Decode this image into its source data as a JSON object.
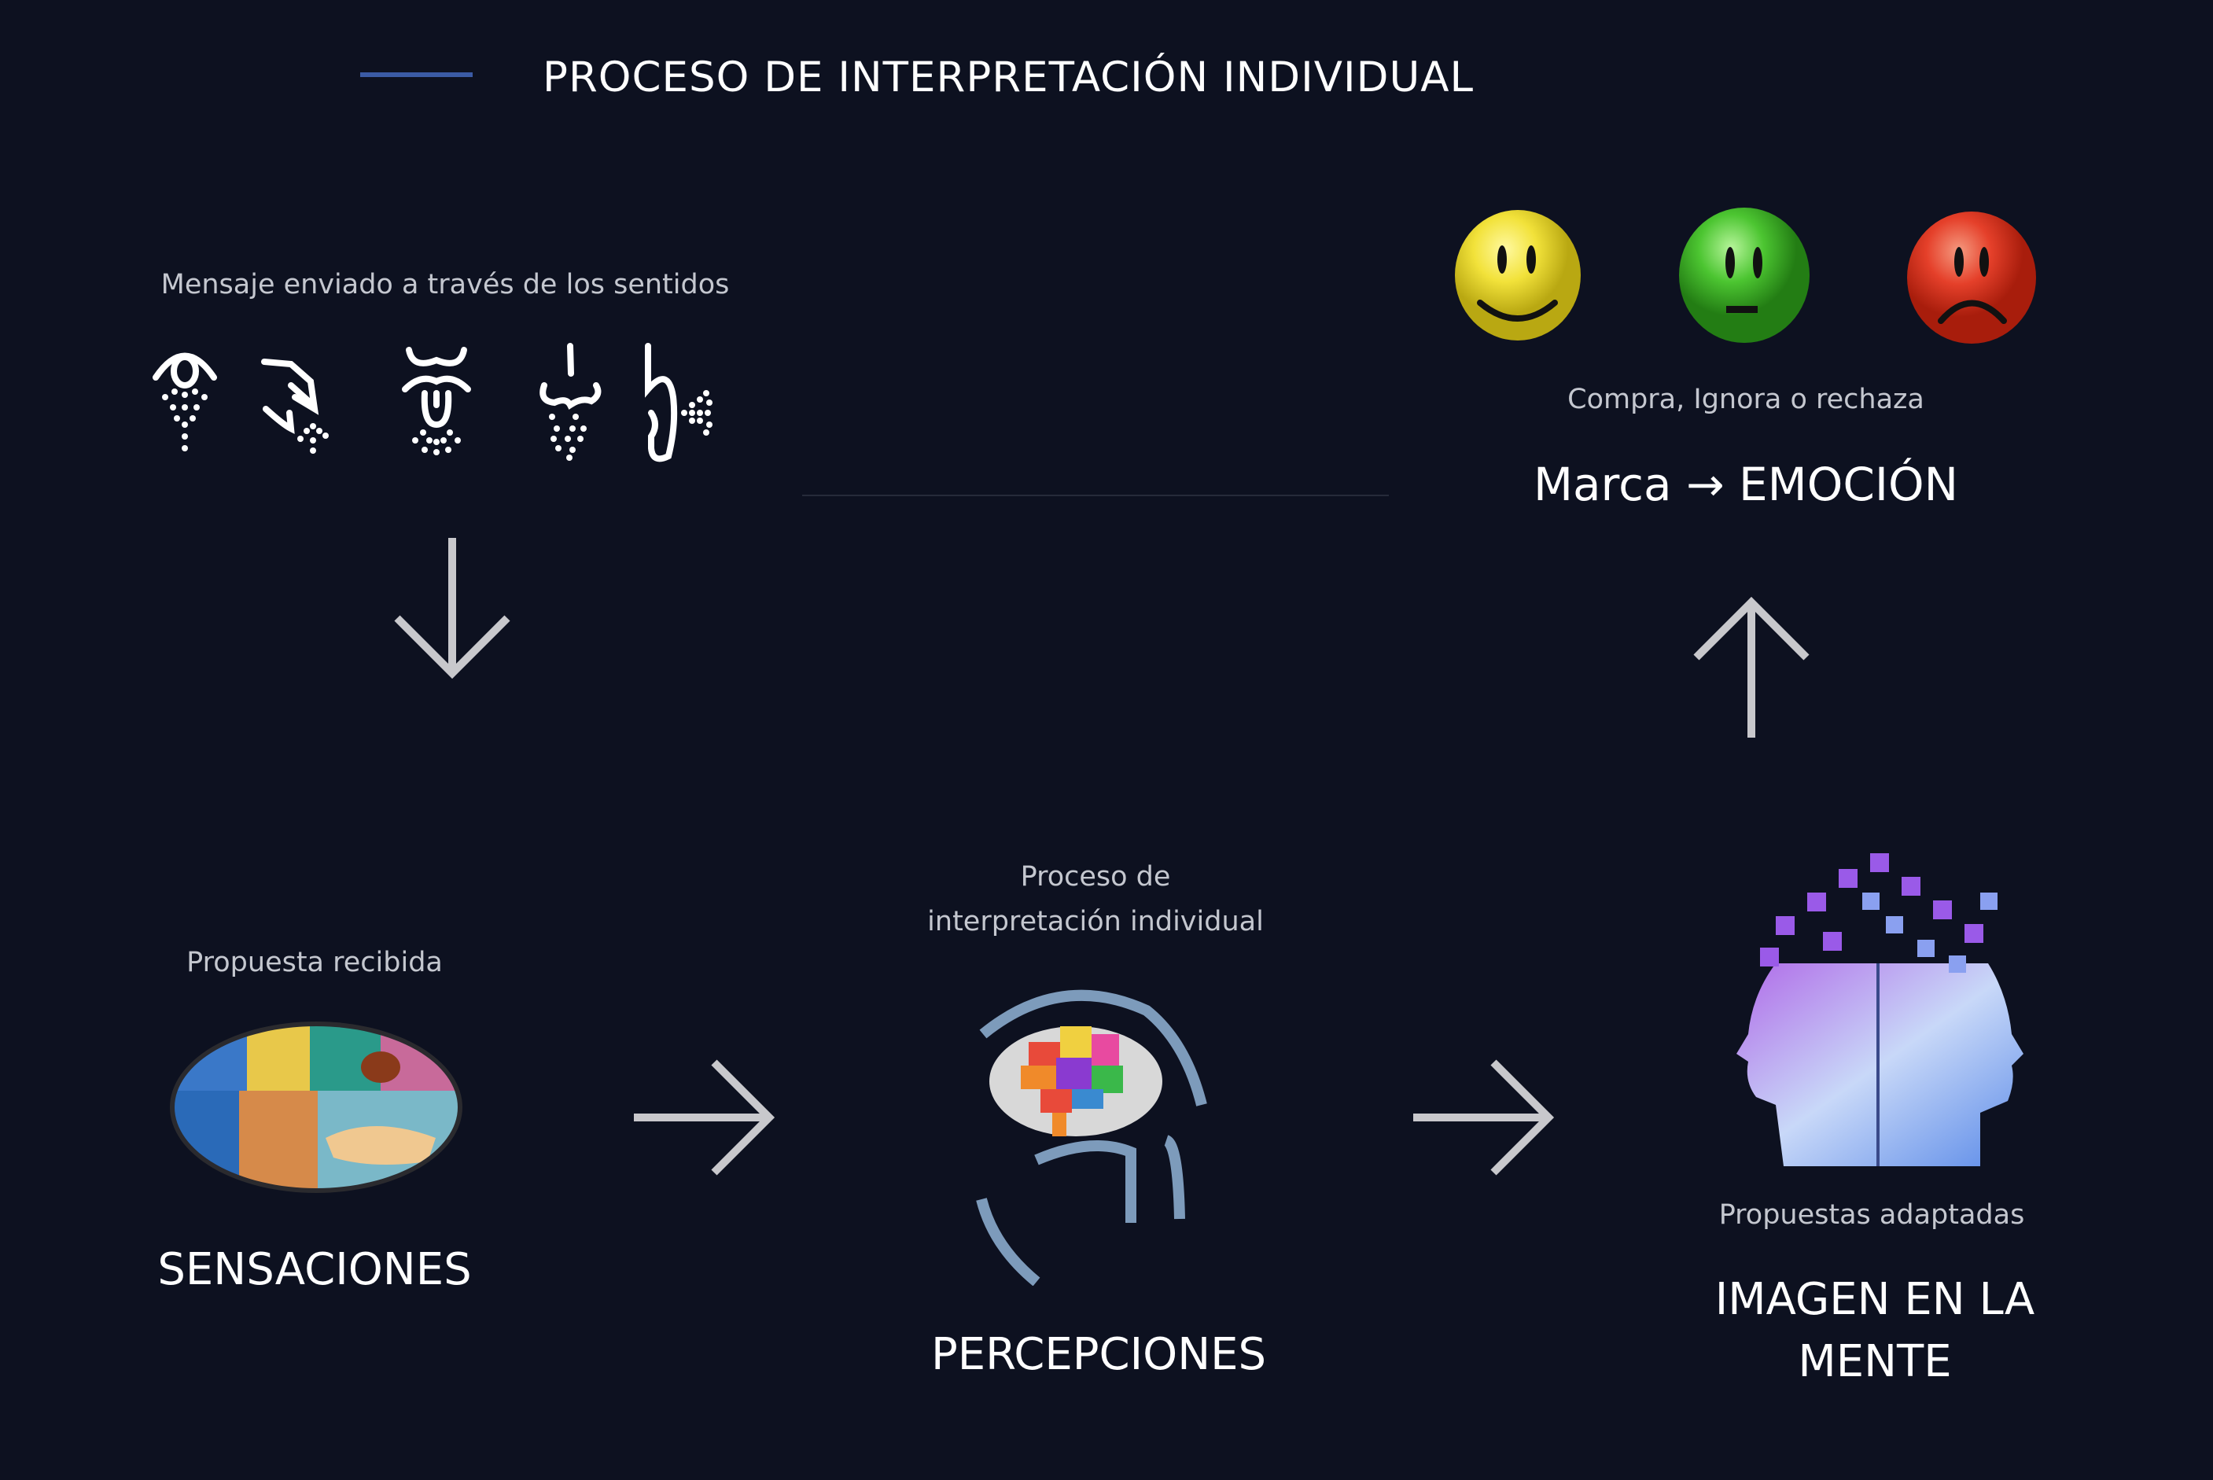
{
  "header": {
    "title": "PROCESO DE INTERPRETACIÓN INDIVIDUAL",
    "accent_color": "#3b5ba5"
  },
  "senses": {
    "caption": "Mensaje enviado a través de los sentidos",
    "icons": [
      "eye-icon",
      "hand-touch-icon",
      "tongue-taste-icon",
      "nose-smell-icon",
      "ear-hearing-icon"
    ]
  },
  "emotion": {
    "faces": [
      {
        "name": "happy-face",
        "color": "#f2e23a"
      },
      {
        "name": "neutral-face",
        "color": "#4cc531"
      },
      {
        "name": "sad-face",
        "color": "#e5402a"
      }
    ],
    "caption": "Compra, Ignora o rechaza",
    "title": "Marca → EMOCIÓN"
  },
  "sensations": {
    "caption": "Propuesta recibida",
    "title": "SENSACIONES"
  },
  "perceptions": {
    "caption_line1": "Proceso de",
    "caption_line2": "interpretación individual",
    "title": "PERCEPCIONES"
  },
  "mind_image": {
    "caption": "Propuestas adaptadas",
    "title_line1": "IMAGEN EN LA",
    "title_line2": "MENTE"
  }
}
